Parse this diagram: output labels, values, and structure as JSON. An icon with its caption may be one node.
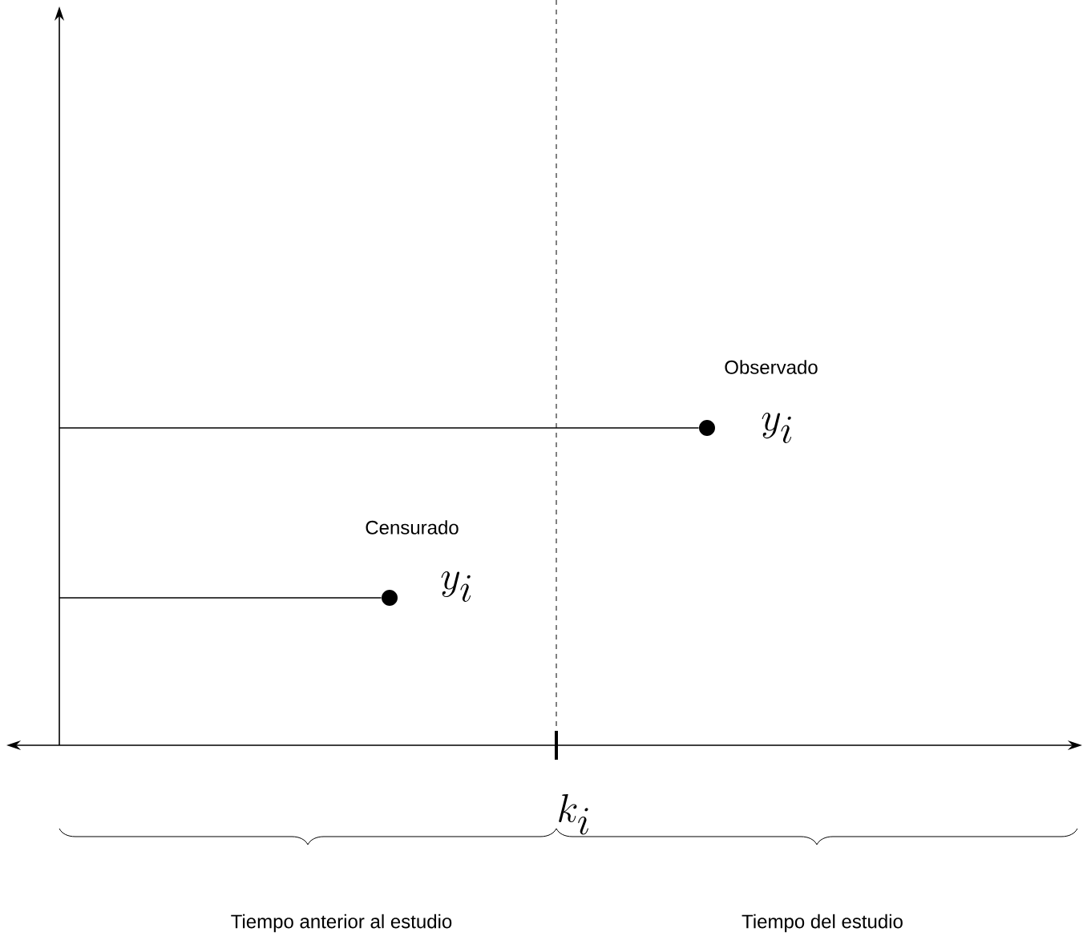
{
  "diagram": {
    "nodes": [
      {
        "text": [],
        "shape": "circle",
        "beside": [
          "Observado",
          "y_i"
        ]
      },
      {
        "text": [],
        "shape": "circle",
        "beside": [
          "Censurado",
          "y_i"
        ]
      }
    ],
    "edges": [
      {
        "from": null,
        "to": 0,
        "arrow": "none"
      },
      {
        "from": null,
        "to": 1,
        "arrow": "none"
      }
    ],
    "labels": [
      "k_i",
      "Tiempo anterior al estudio",
      "Tiempo del estudio"
    ]
  }
}
